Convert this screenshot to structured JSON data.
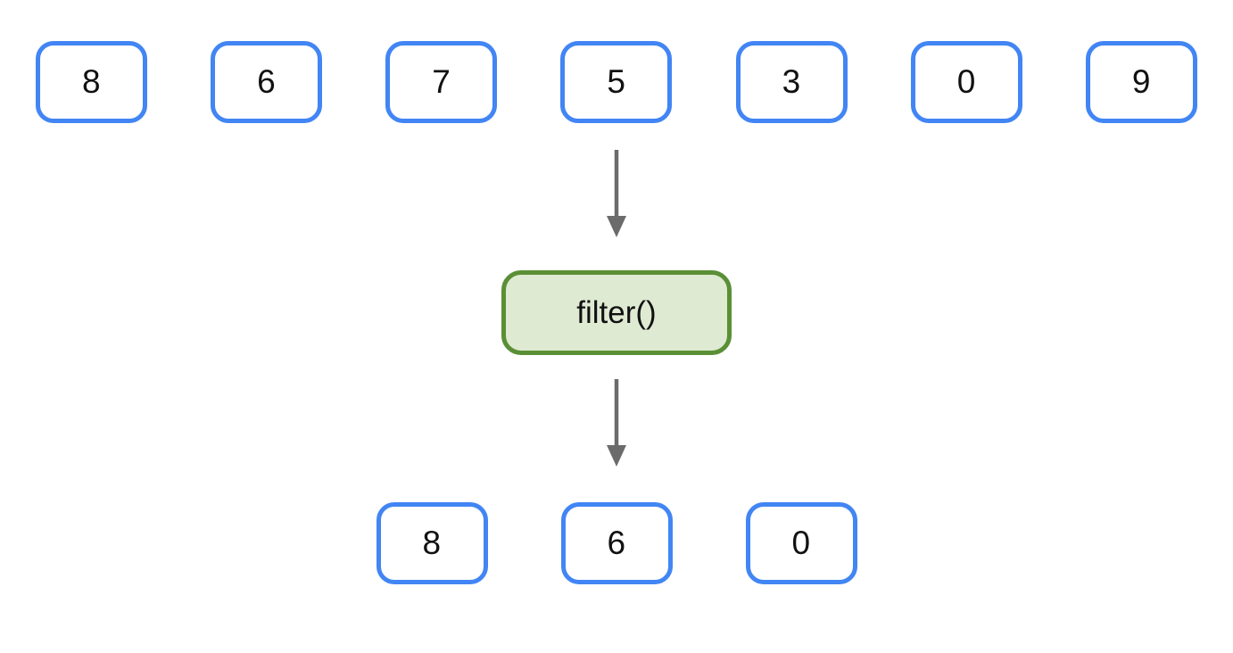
{
  "diagram": {
    "title_implicit": "filter operation diagram",
    "input_values": [
      "8",
      "6",
      "7",
      "5",
      "3",
      "0",
      "9"
    ],
    "function_label": "filter()",
    "output_values": [
      "8",
      "6",
      "0"
    ],
    "colors": {
      "value_box_border": "#4285F4",
      "value_box_fill": "#FFFFFF",
      "function_box_border": "#5A8F35",
      "function_box_fill": "#DEEAD2",
      "arrow": "#6B6B6B",
      "text": "#111111",
      "background": "#FFFFFF"
    }
  }
}
